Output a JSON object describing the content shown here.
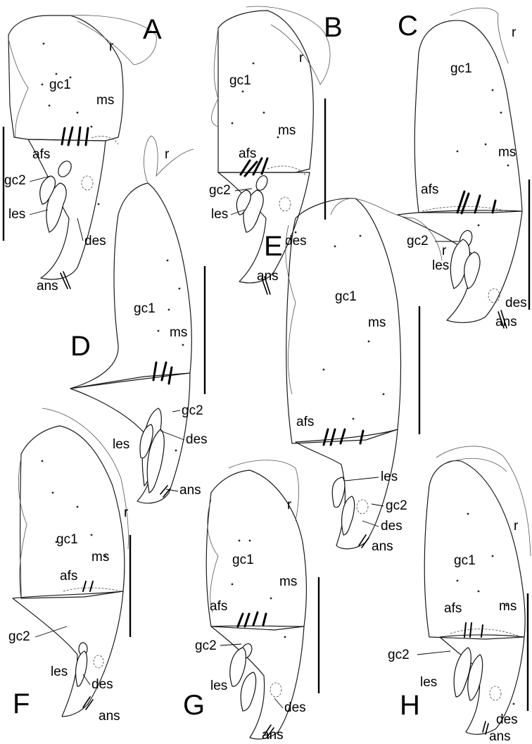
{
  "panels": [
    {
      "letter": "A",
      "labels": {
        "r": "r",
        "gc1": "gc1",
        "ms": "ms",
        "afs": "afs",
        "gc2": "gc2",
        "les": "les",
        "des": "des",
        "ans": "ans"
      }
    },
    {
      "letter": "B",
      "labels": {
        "r": "r",
        "gc1": "gc1",
        "ms": "ms",
        "afs": "afs",
        "gc2": "gc2",
        "les": "les",
        "des": "des",
        "ans": "ans"
      }
    },
    {
      "letter": "C",
      "labels": {
        "r": "r",
        "gc1": "gc1",
        "ms": "ms",
        "afs": "afs",
        "gc2": "gc2",
        "les": "les",
        "des": "des",
        "ans": "ans"
      }
    },
    {
      "letter": "D",
      "labels": {
        "r": "r",
        "gc1": "gc1",
        "ms": "ms",
        "gc2": "gc2",
        "les": "les",
        "des": "des",
        "ans": "ans"
      }
    },
    {
      "letter": "E",
      "labels": {
        "r": "r",
        "gc1": "gc1",
        "ms": "ms",
        "afs": "afs",
        "les": "les",
        "gc2": "gc2",
        "des": "des",
        "ans": "ans"
      }
    },
    {
      "letter": "F",
      "labels": {
        "r": "r",
        "gc1": "gc1",
        "ms": "ms",
        "afs": "afs",
        "gc2": "gc2",
        "les": "les",
        "des": "des",
        "ans": "ans"
      }
    },
    {
      "letter": "G",
      "labels": {
        "r": "r",
        "gc1": "gc1",
        "ms": "ms",
        "afs": "afs",
        "gc2": "gc2",
        "les": "les",
        "des": "des",
        "ans": "ans"
      }
    },
    {
      "letter": "H",
      "labels": {
        "r": "r",
        "gc1": "gc1",
        "ms": "ms",
        "afs": "afs",
        "gc2": "gc2",
        "les": "les",
        "des": "des",
        "ans": "ans"
      }
    }
  ]
}
